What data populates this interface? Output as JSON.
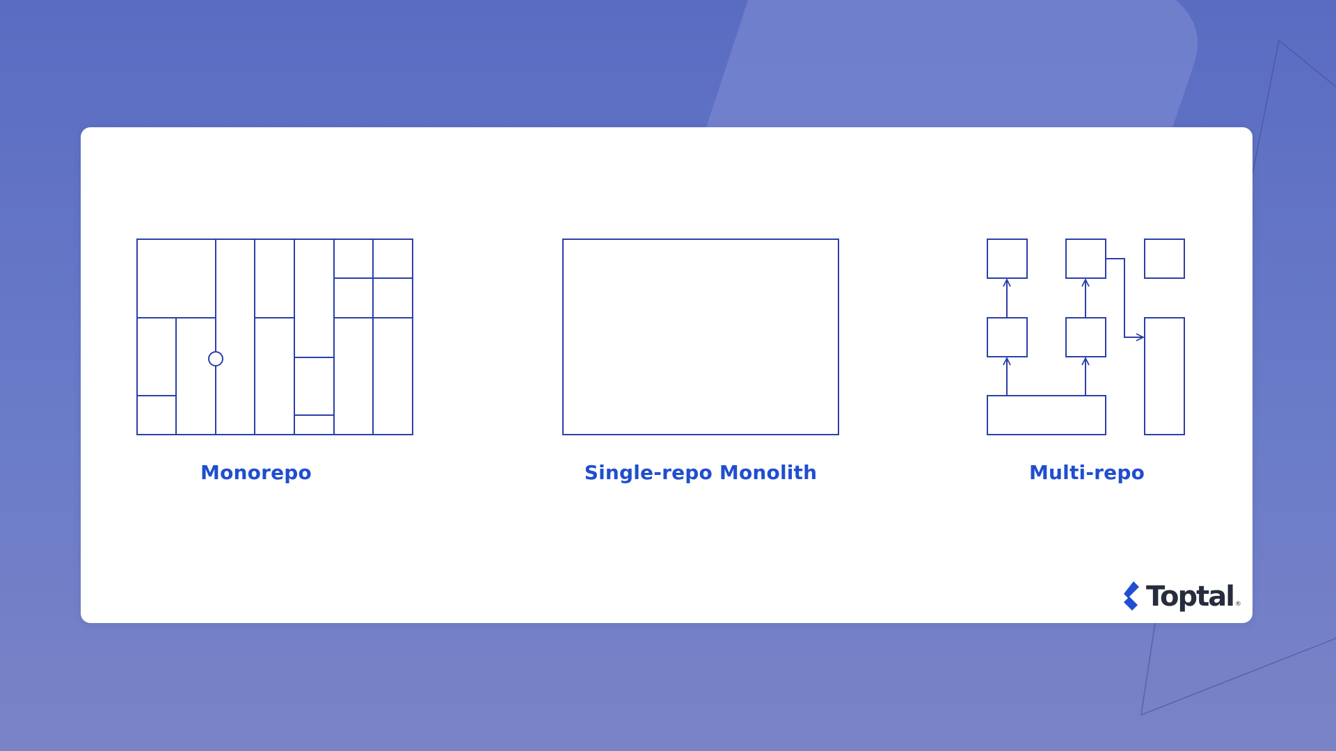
{
  "background": {
    "color_top": "#5a6cc2",
    "color_bottom": "#7a83c6"
  },
  "diagram": {
    "stroke_color": "#2b3fa8",
    "label_color": "#204ecf",
    "panels": [
      {
        "id": "monorepo",
        "label": "Monorepo"
      },
      {
        "id": "single-repo-monolith",
        "label": "Single-repo Monolith"
      },
      {
        "id": "multi-repo",
        "label": "Multi-repo"
      }
    ]
  },
  "logo": {
    "name": "Toptal",
    "registered_mark": "®",
    "text_color": "#262d3d",
    "mark_color": "#204ecf"
  }
}
